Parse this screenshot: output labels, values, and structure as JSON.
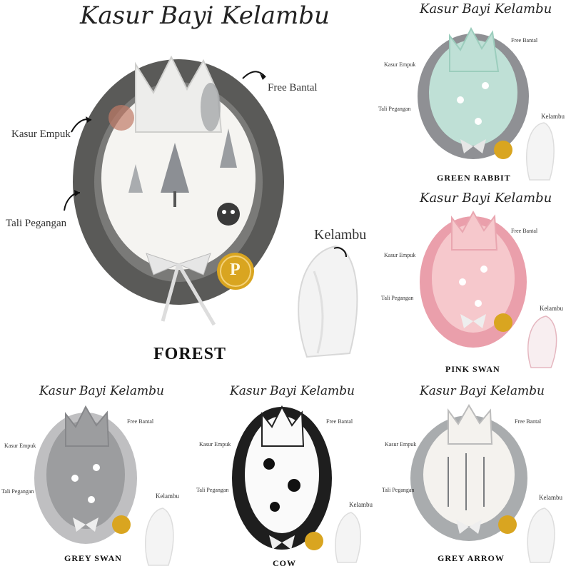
{
  "brand_title": "Kasur Bayi Kelambu",
  "labels": {
    "free_bantal": "Free Bantal",
    "kasur_empuk": "Kasur Empuk",
    "tali_pegangan": "Tali Pegangan",
    "kelambu": "Kelambu"
  },
  "badge_letter": "P",
  "products": [
    {
      "name": "FOREST",
      "fabric": "#f5f4f1",
      "shell": "#5a5a58",
      "accent": "#c07a66"
    },
    {
      "name": "GREEN RABBIT",
      "fabric": "#bfe0d6",
      "shell": "#8f9094",
      "accent": "#ffffff"
    },
    {
      "name": "PINK SWAN",
      "fabric": "#f6c8cc",
      "shell": "#ea9fab",
      "accent": "#ffffff"
    },
    {
      "name": "GREY SWAN",
      "fabric": "#9c9d9f",
      "shell": "#bfbfc1",
      "accent": "#ffffff"
    },
    {
      "name": "COW",
      "fabric": "#fafafa",
      "shell": "#1e1e1e",
      "accent": "#111111"
    },
    {
      "name": "GREY ARROW",
      "fabric": "#f4f2ee",
      "shell": "#a9acae",
      "accent": "#7a7d80"
    }
  ],
  "colors": {
    "gold_badge": "#d9a520",
    "ribbon": "#e6e6e6"
  }
}
